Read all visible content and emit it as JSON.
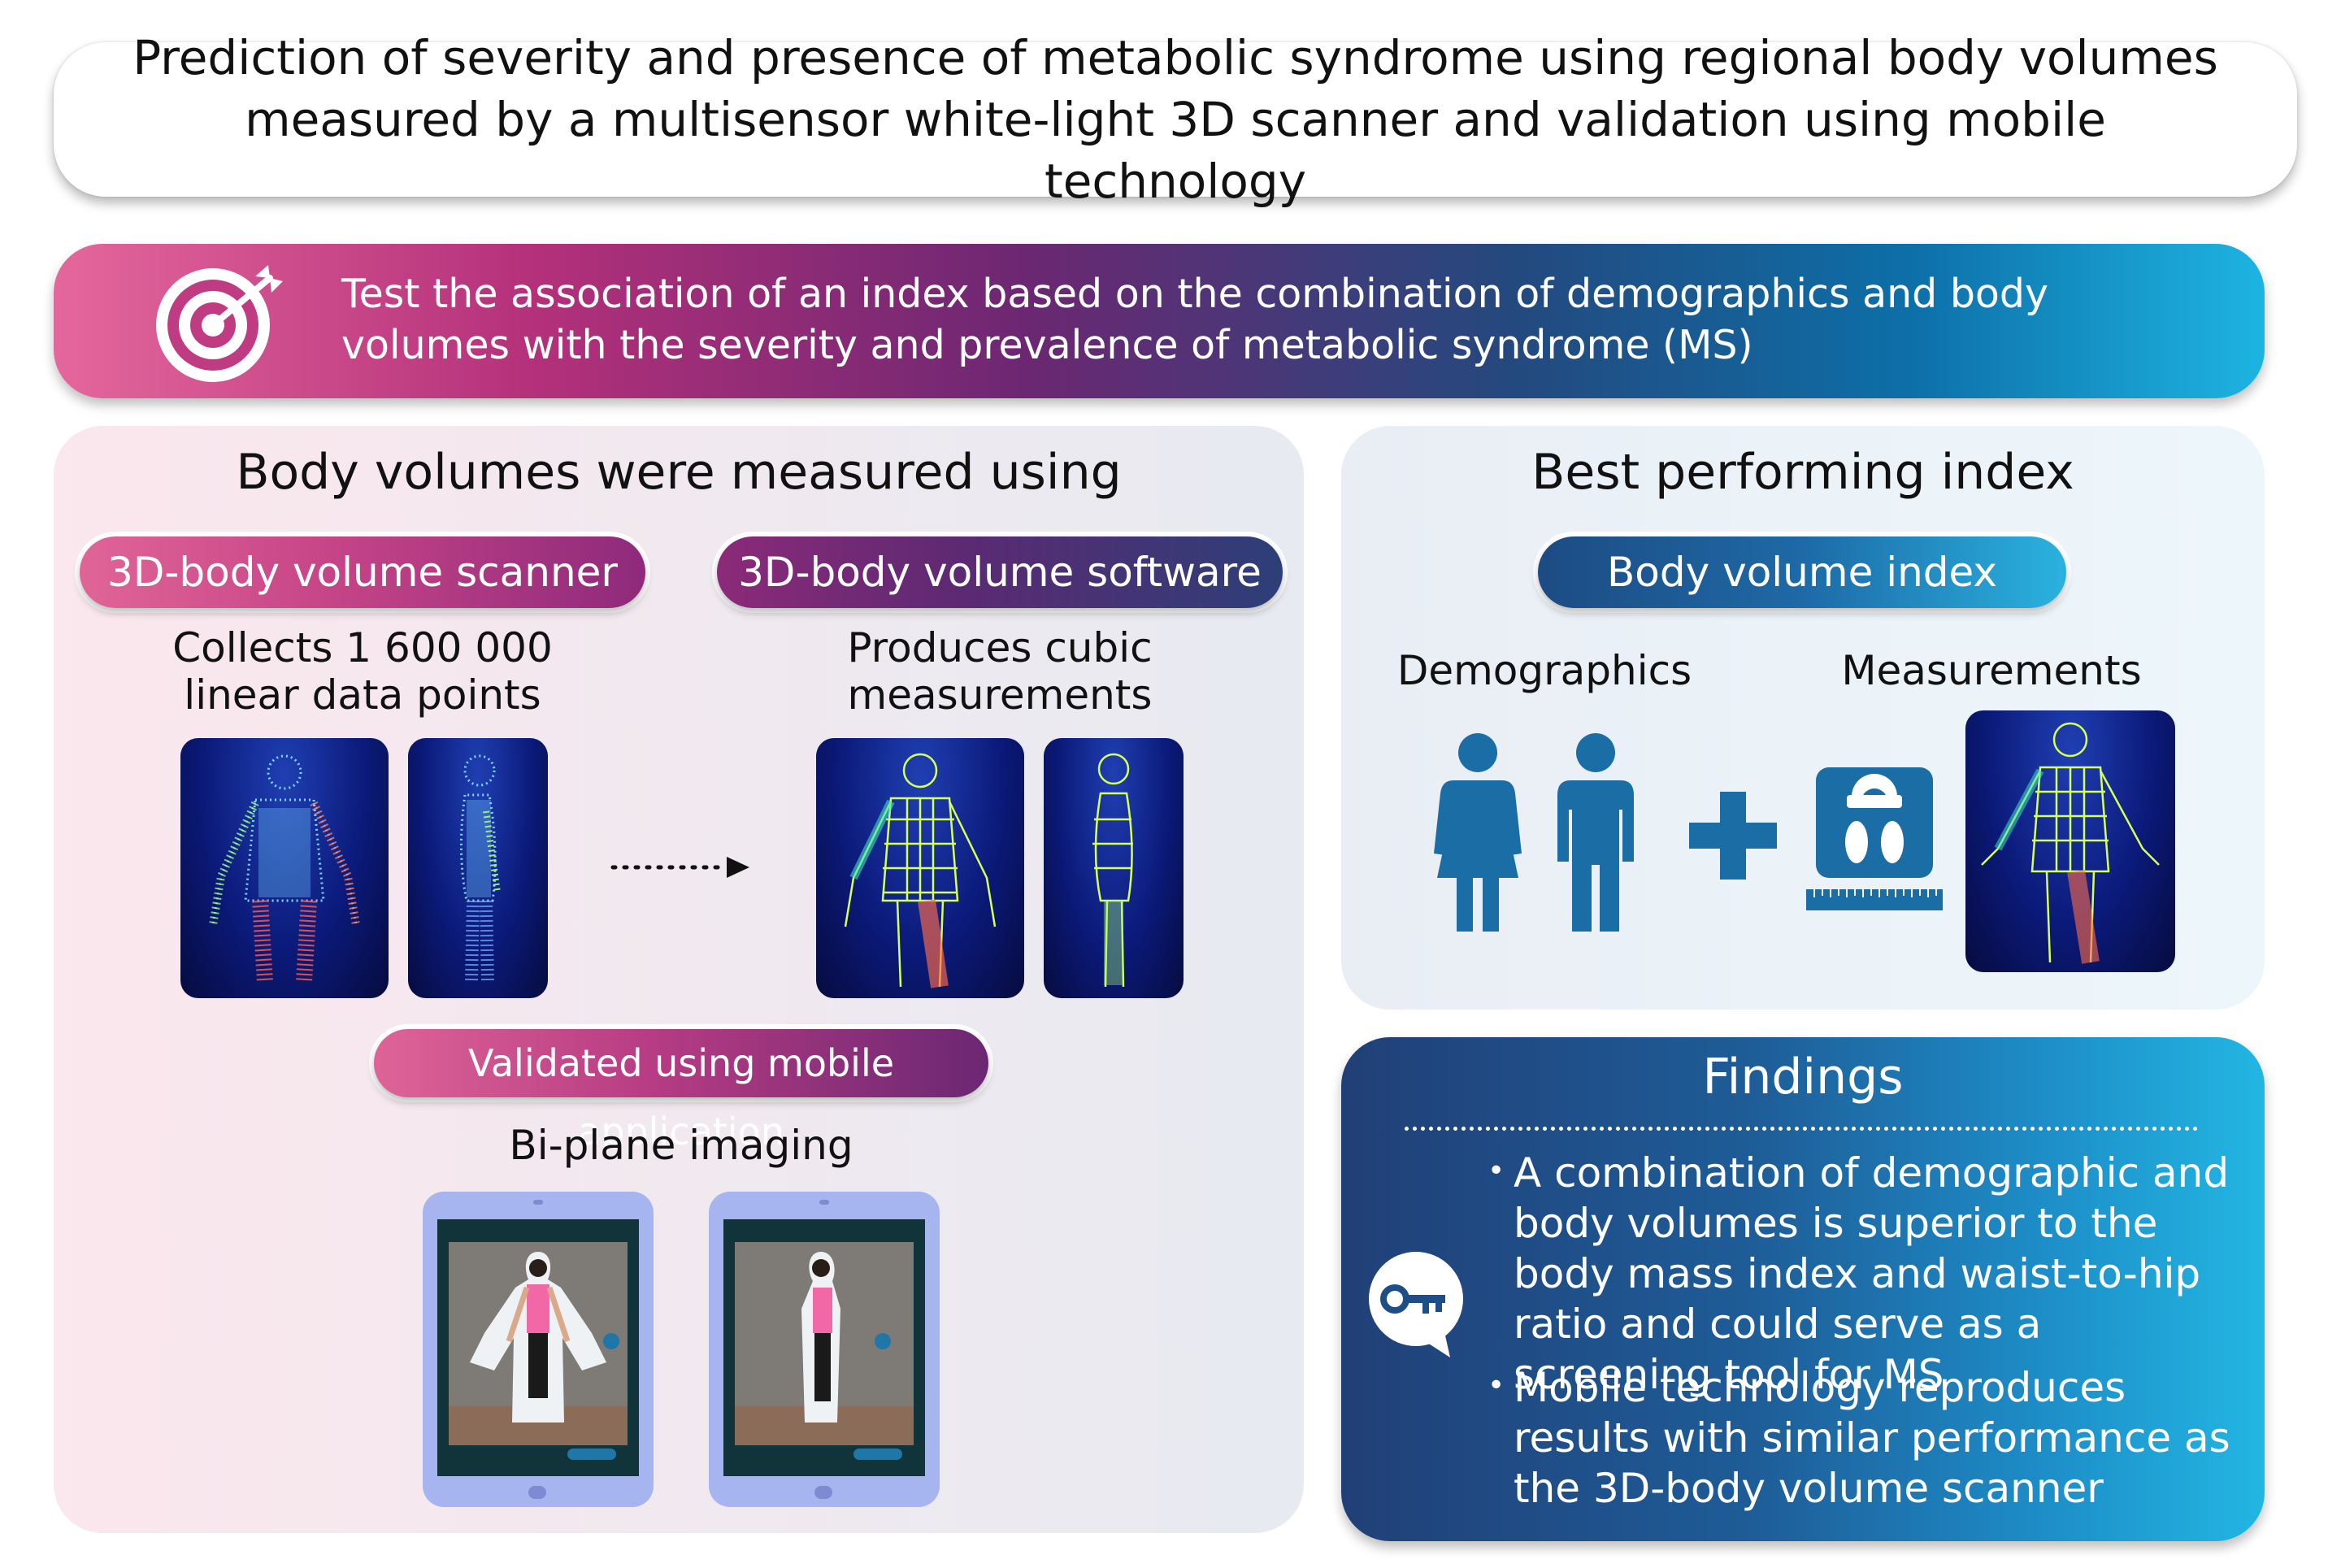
{
  "title": "Prediction of severity and presence of metabolic syndrome using regional body volumes measured by a multisensor white-light 3D scanner and validation using mobile technology",
  "objective": {
    "text": "Test the association of an index based on the combination of demographics and body volumes with the severity and prevalence of metabolic syndrome (MS)",
    "icon": "target-arrow-icon"
  },
  "methods": {
    "heading": "Body volumes were measured using",
    "scanner": {
      "label": "3D-body volume scanner",
      "caption_line1": "Collects 1 600 000",
      "caption_line2": "linear data points"
    },
    "software": {
      "label": "3D-body volume software",
      "caption_line1": "Produces cubic",
      "caption_line2": "measurements"
    },
    "mobile": {
      "label": "Validated using mobile application",
      "caption": "Bi-plane imaging"
    }
  },
  "best_index": {
    "heading": "Best performing index",
    "label": "Body volume index",
    "demographics_label": "Demographics",
    "measurements_label": "Measurements"
  },
  "findings": {
    "title": "Findings",
    "items": [
      "A combination of demographic and body volumes is superior to the body mass index and waist-to-hip ratio and could serve as a screening tool for MS",
      "Mobile technology reproduces results with similar performance as the 3D-body volume scanner"
    ],
    "icon": "key-speech-bubble-icon"
  },
  "colors": {
    "pink": "#e4679c",
    "purple": "#6c2772",
    "navy": "#1d4b83",
    "cyan": "#1db4e2",
    "icon_blue": "#1d6aa6"
  }
}
